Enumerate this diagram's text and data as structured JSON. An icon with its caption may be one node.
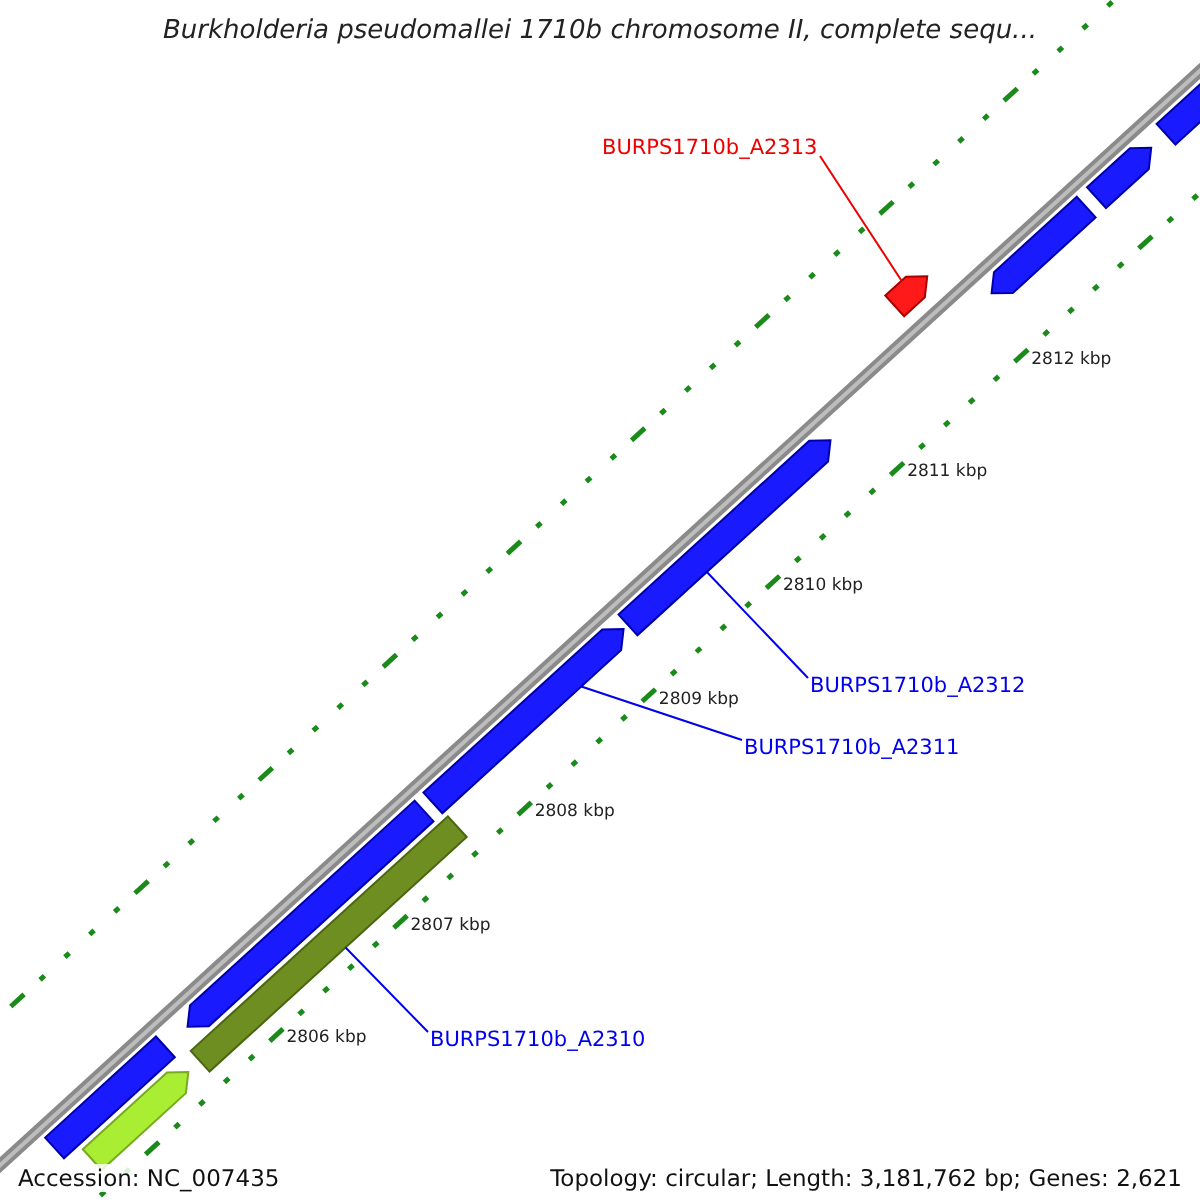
{
  "diagram": {
    "title": "Burkholderia pseudomallei 1710b chromosome II, complete sequ...",
    "nodes": [
      {
        "text": [
          "BURPS1710b_A2313"
        ]
      },
      {
        "text": [],
        "shape": "arrow"
      },
      {
        "text": [],
        "shape": "arrow"
      },
      {
        "text": [],
        "shape": "arrow"
      },
      {
        "text": [],
        "shape": "arrow"
      },
      {
        "text": [],
        "shape": "arrow"
      },
      {
        "text": [
          "BURPS1710b_A2312"
        ]
      },
      {
        "text": [],
        "shape": "arrow"
      },
      {
        "text": [
          "BURPS1710b_A2311"
        ]
      },
      {
        "text": [],
        "shape": "arrow"
      },
      {
        "text": [],
        "shape": "bar"
      },
      {
        "text": [
          "BURPS1710b_A2310"
        ]
      },
      {
        "text": [],
        "shape": "bar"
      },
      {
        "text": [],
        "shape": "arrow"
      }
    ],
    "edges": [
      {
        "from": 0,
        "to": 4,
        "arrow": "none",
        "color": "#ee0000"
      },
      {
        "from": 6,
        "to": 5,
        "arrow": "none"
      },
      {
        "from": 8,
        "to": 7,
        "arrow": "none"
      },
      {
        "from": 11,
        "to": 10,
        "arrow": "none"
      }
    ],
    "labels": [
      "2812 kbp",
      "2811 kbp",
      "2810 kbp",
      "2809 kbp",
      "2808 kbp",
      "2807 kbp",
      "2806 kbp",
      "Accession: NC_007435",
      "Topology: circular; Length: 3,181,762 bp; Genes: 2,621"
    ]
  }
}
